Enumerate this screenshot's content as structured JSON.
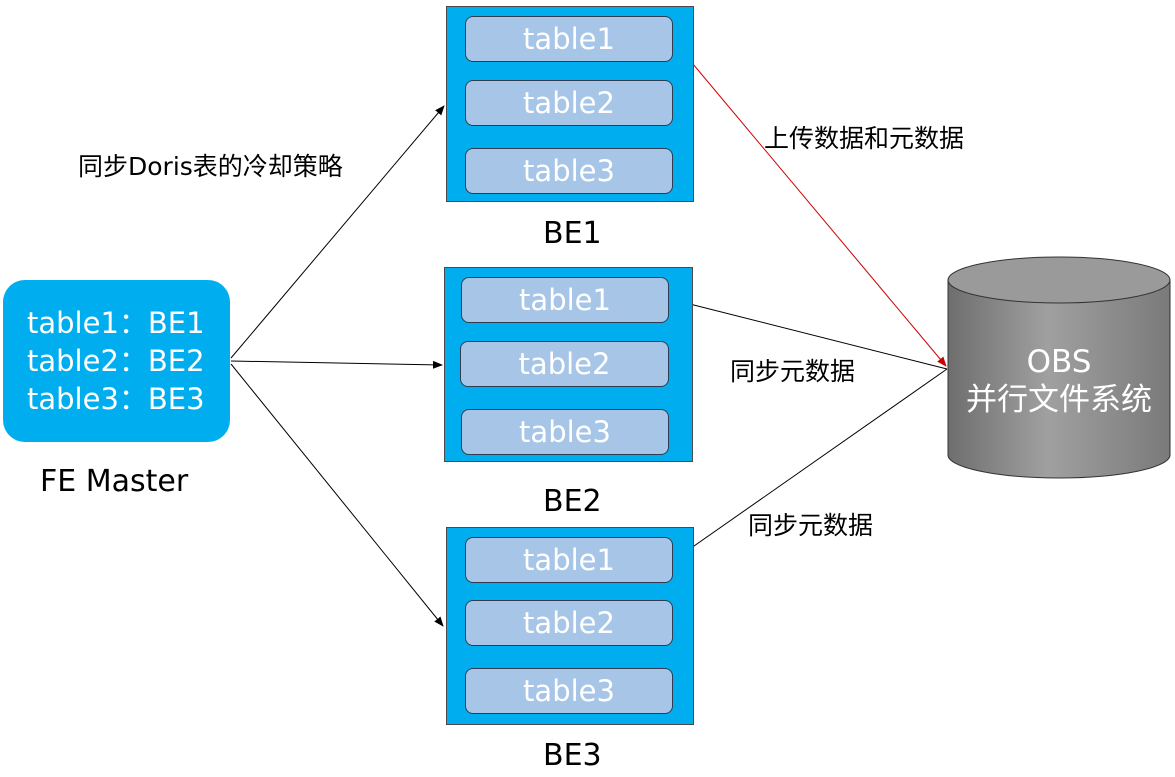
{
  "fe": {
    "lines": [
      "table1：BE1",
      "table2：BE2",
      "table3：BE3"
    ],
    "caption": "FE Master"
  },
  "backends": [
    {
      "name": "BE1",
      "tables": [
        "table1",
        "table2",
        "table3"
      ]
    },
    {
      "name": "BE2",
      "tables": [
        "table1",
        "table2",
        "table3"
      ]
    },
    {
      "name": "BE3",
      "tables": [
        "table1",
        "table2",
        "table3"
      ]
    }
  ],
  "obs": {
    "line1": "OBS",
    "line2": "并行文件系统"
  },
  "edges": {
    "cooldown_policy": "同步Doris表的冷却策略",
    "upload": "上传数据和元数据",
    "sync_be2": "同步元数据",
    "sync_be3": "同步元数据"
  },
  "colors": {
    "fe_fill": "#00aeef",
    "be_fill": "#00aeef",
    "table_fill": "#a7c6e7",
    "upload_arrow": "#cc0000",
    "arrow": "#000000",
    "obs_fill": "#8c8c8c"
  }
}
